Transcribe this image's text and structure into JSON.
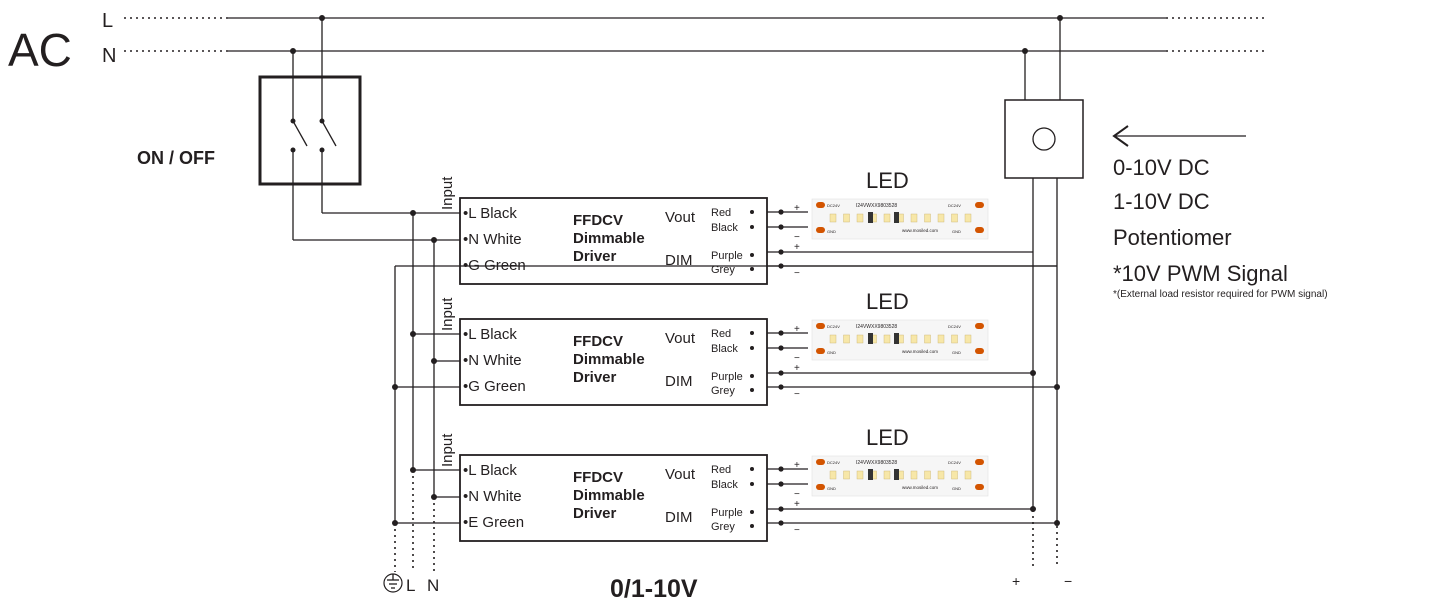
{
  "mains": {
    "ac": "AC",
    "l": "L",
    "n": "N"
  },
  "switch": {
    "label": "ON / OFF"
  },
  "drivers": [
    {
      "input": "Input",
      "pins": [
        "•L  Black",
        "•N  White",
        "•G  Green"
      ],
      "name": [
        "FFDCV",
        "Dimmable",
        "Driver"
      ],
      "vout": "Vout",
      "dim": "DIM",
      "vout_wires": [
        "Red",
        "Black"
      ],
      "dim_wires": [
        "Purple",
        "Grey"
      ],
      "led": "LED"
    },
    {
      "input": "Input",
      "pins": [
        "•L  Black",
        "•N  White",
        "•G  Green"
      ],
      "name": [
        "FFDCV",
        "Dimmable",
        "Driver"
      ],
      "vout": "Vout",
      "dim": "DIM",
      "vout_wires": [
        "Red",
        "Black"
      ],
      "dim_wires": [
        "Purple",
        "Grey"
      ],
      "led": "LED"
    },
    {
      "input": "Input",
      "pins": [
        "•L  Black",
        "•N  White",
        "•E  Green"
      ],
      "name": [
        "FFDCV",
        "Dimmable",
        "Driver"
      ],
      "vout": "Vout",
      "dim": "DIM",
      "vout_wires": [
        "Red",
        "Black"
      ],
      "dim_wires": [
        "Purple",
        "Grey"
      ],
      "led": "LED"
    }
  ],
  "strip": {
    "code": "I24VWXX9803528",
    "dc_left": "DC24V",
    "dc_right": "DC24V",
    "gnd_left": "GND",
    "gnd_right": "GND",
    "url": "www.mosiled.com"
  },
  "polarity": {
    "plus": "+",
    "minus": "−"
  },
  "signals": [
    "0-10V DC",
    "1-10V DC",
    "Potentiomer",
    "*10V PWM Signal"
  ],
  "signal_note": "*(External load resistor required for PWM signal)",
  "bottom": {
    "earth_icon": "earth-ground-icon",
    "l": "L",
    "n": "N",
    "caption": "0/1-10V",
    "plus": "+",
    "minus": "−"
  },
  "colors": {
    "ink": "#231f20",
    "led_chip": "#f7e7a8",
    "led_pad": "#d35400"
  }
}
